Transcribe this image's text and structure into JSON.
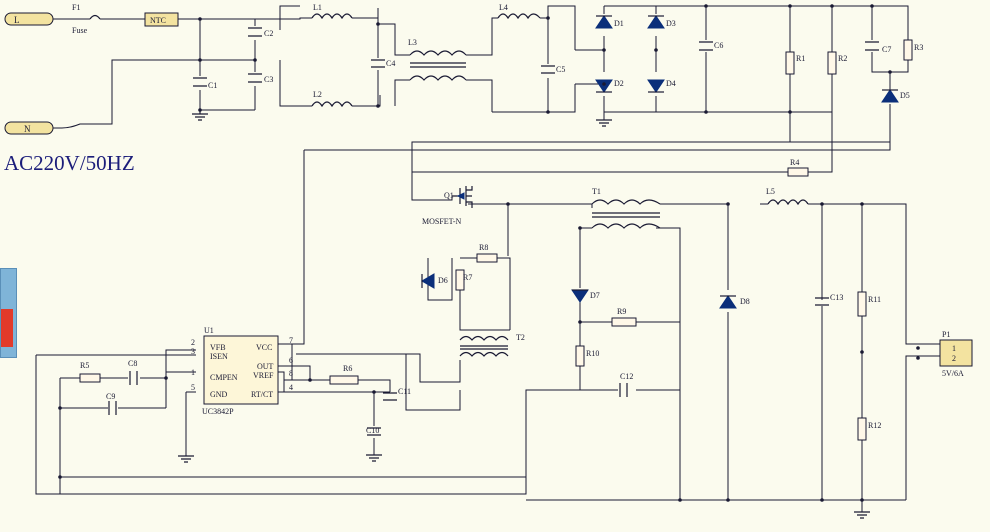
{
  "title": "AC220V/50HZ",
  "colors": {
    "wire": "#1a1a33",
    "diode": "#0b2f7a",
    "background": "#fbfbee",
    "title": "#1b1d7a",
    "terminal": "#f3e3a0"
  },
  "terminals": {
    "line": "L",
    "neutral": "N"
  },
  "components": {
    "F1": {
      "ref": "F1",
      "value": "Fuse"
    },
    "NTC": "NTC",
    "L1": "L1",
    "L2": "L2",
    "L3": "L3",
    "L4": "L4",
    "L5": "L5",
    "C1": "C1",
    "C2": "C2",
    "C3": "C3",
    "C4": "C4",
    "C5": "C5",
    "C6": "C6",
    "C7": "C7",
    "C8": "C8",
    "C9": "C9",
    "C10": "C10",
    "C11": "C11",
    "C12": "C12",
    "C13": "C13",
    "D1": "D1",
    "D2": "D2",
    "D3": "D3",
    "D4": "D4",
    "D5": "D5",
    "D6": "D6",
    "D7": "D7",
    "D8": "D8",
    "R1": "R1",
    "R2": "R2",
    "R3": "R3",
    "R4": "R4",
    "R5": "R5",
    "R6": "R6",
    "R7": "R7",
    "R8": "R8",
    "R9": "R9",
    "R10": "R10",
    "R11": "R11",
    "R12": "R12",
    "Q1": {
      "ref": "Q1",
      "value": "MOSFET-N"
    },
    "T1": "T1",
    "T2": "T2",
    "U1": {
      "ref": "U1",
      "part": "UC3842P",
      "pins": {
        "vfb": "VFB",
        "isen": "ISEN",
        "cmpen": "CMPEN",
        "gnd": "GND",
        "vcc": "VCC",
        "out": "OUT",
        "vref": "VREF",
        "rtct": "RT/CT"
      },
      "pin_numbers": {
        "vfb": "2",
        "isen": "3",
        "cmpen": "1",
        "gnd": "5",
        "vcc": "7",
        "out": "6",
        "vref": "8",
        "rtct": "4"
      }
    },
    "P1": {
      "ref": "P1",
      "value": "5V/6A",
      "pin1": "1",
      "pin2": "2"
    }
  }
}
